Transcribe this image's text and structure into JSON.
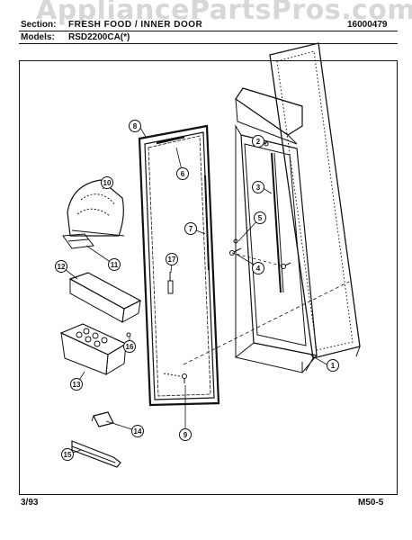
{
  "watermark": "AppliancePartsPros.com",
  "header": {
    "section_label": "Section:",
    "section_value": "FRESH FOOD / INNER DOOR",
    "models_label": "Models:",
    "models_value": "RSD2200CA(*)",
    "part_number": "16000479"
  },
  "callouts": [
    "1",
    "2",
    "3",
    "4",
    "5",
    "6",
    "7",
    "8",
    "9",
    "10",
    "11",
    "12",
    "13",
    "14",
    "15",
    "16",
    "17"
  ],
  "footer": {
    "date": "3/93",
    "page_code": "M50-5"
  }
}
